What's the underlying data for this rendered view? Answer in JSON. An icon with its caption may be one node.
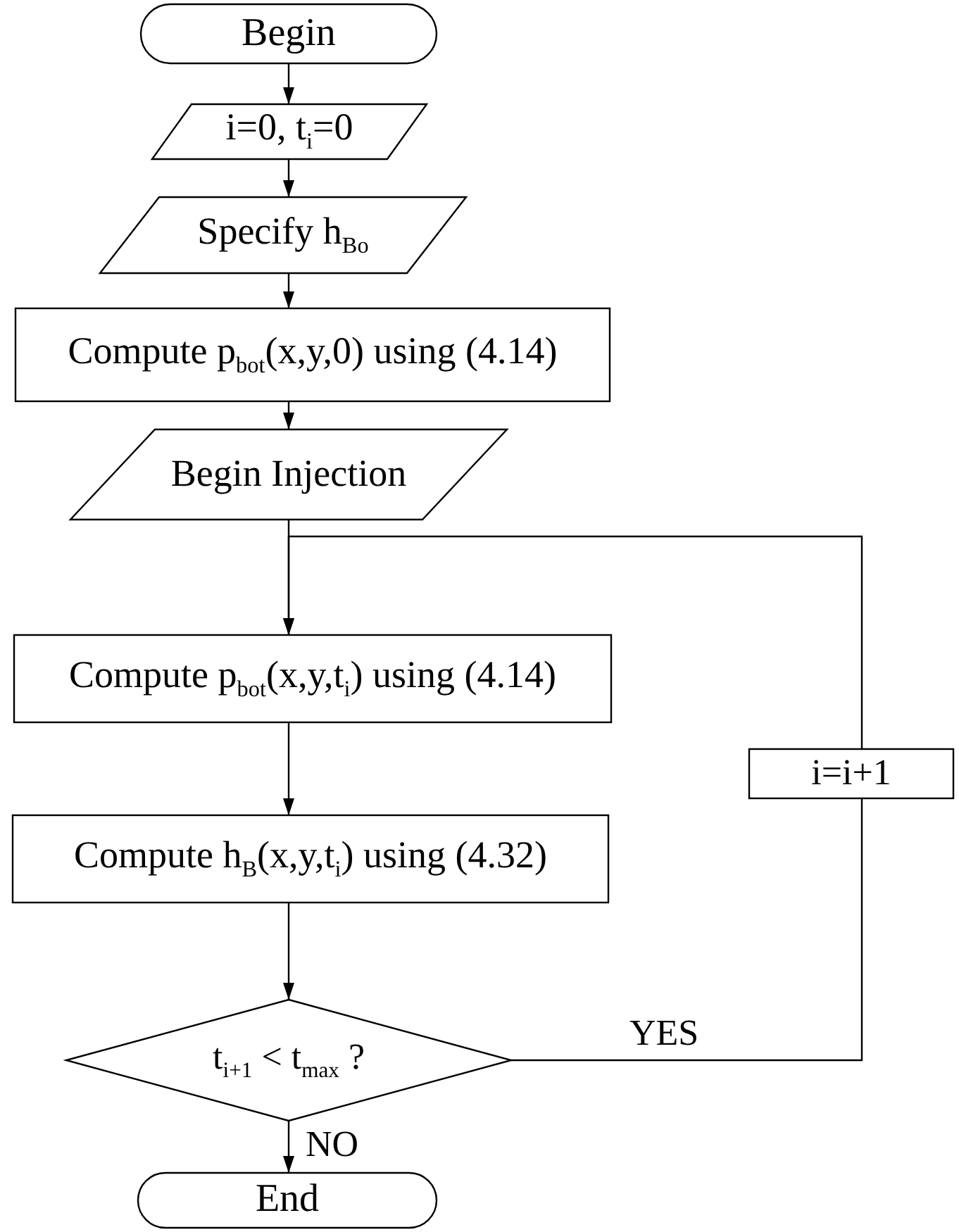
{
  "diagram": {
    "nodes": [
      {
        "text": [
          "Begin"
        ]
      },
      {
        "text": [
          "i=0, t$_{i}$=0"
        ]
      },
      {
        "text": [
          "Specify h$_{Bo}$"
        ]
      },
      {
        "text": [
          "Compute p$_{bot}$(x,y,0) using (4.14)"
        ]
      },
      {
        "text": [
          "Begin Injection"
        ]
      },
      {
        "text": [
          "Compute p$_{bot}$(x,y,t$_{i}$) using (4.14)"
        ]
      },
      {
        "text": [
          "Compute h$_{B}$(x,y,t$_{i}$) using (4.32)"
        ]
      },
      {
        "text": [
          "t$_{i+1}$ < t$_{max}$ ?"
        ]
      },
      {
        "text": [
          "End"
        ]
      },
      {
        "text": [
          "i=i+1"
        ]
      }
    ],
    "edges": [
      {
        "from": 0,
        "to": 1,
        "arrow": "to"
      },
      {
        "from": 1,
        "to": 2,
        "arrow": "to"
      },
      {
        "from": 2,
        "to": 3,
        "arrow": "to"
      },
      {
        "from": 3,
        "to": 4,
        "arrow": "to"
      },
      {
        "from": 4,
        "to": 5,
        "arrow": "to"
      },
      {
        "from": 5,
        "to": 6,
        "arrow": "to"
      },
      {
        "from": 6,
        "to": 7,
        "arrow": "to"
      },
      {
        "from": 7,
        "to": 8,
        "arrow": "to",
        "label": "NO"
      },
      {
        "from": 7,
        "to": 9,
        "arrow": "none",
        "label": "YES"
      },
      {
        "from": 9,
        "to": 5,
        "arrow": "to"
      }
    ]
  }
}
